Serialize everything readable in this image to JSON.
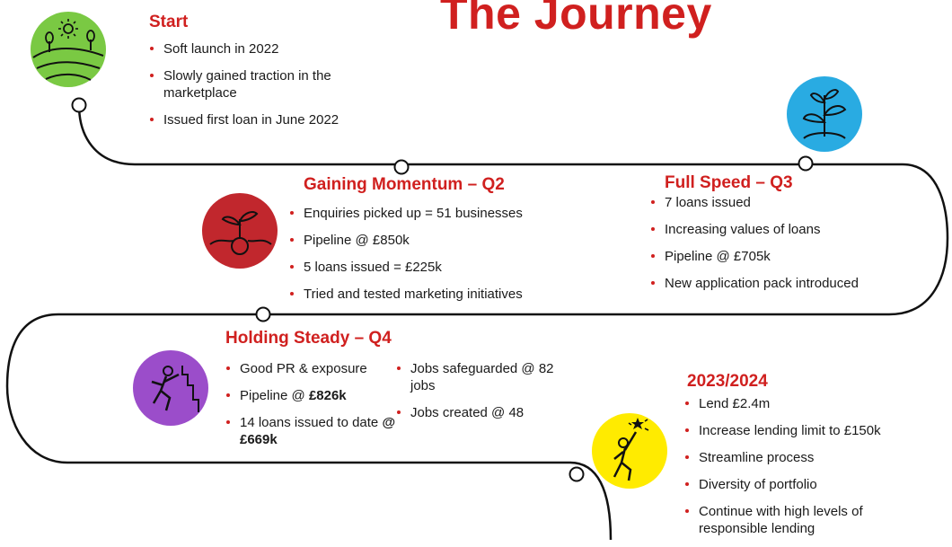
{
  "title": "The Journey",
  "colors": {
    "accent": "#d0201f",
    "start_icon_bg": "#7ac943",
    "growth_icon_bg": "#29abe2",
    "momentum_icon_bg": "#c1272d",
    "steady_icon_bg": "#9b4dca",
    "future_icon_bg": "#ffeb00"
  },
  "stages": {
    "start": {
      "heading": "Start",
      "icon": "farm-landscape-icon",
      "bullets": [
        "Soft launch in 2022",
        "Slowly gained traction in the marketplace",
        "Issued first loan in June 2022"
      ]
    },
    "momentum": {
      "heading": "Gaining Momentum – Q2",
      "icon": "seedling-sprout-icon",
      "bullets": [
        "Enquiries picked up = 51 businesses",
        "Pipeline @ £850k",
        "5 loans issued = £225k",
        "Tried and tested marketing initiatives"
      ]
    },
    "full_speed": {
      "heading": "Full Speed – Q3",
      "icon": "growing-plant-icon",
      "bullets": [
        "7 loans issued",
        "Increasing values of loans",
        "Pipeline @ £705k",
        "New application pack introduced"
      ]
    },
    "steady": {
      "heading": "Holding Steady – Q4",
      "icon": "climbing-person-icon",
      "bullets_left": [
        "Good PR & exposure",
        "Pipeline @ ",
        "14 loans issued to date "
      ],
      "bold_values": [
        "£826k",
        "@ £669k"
      ],
      "bullets_right": [
        "Jobs safeguarded @ 82 jobs",
        "Jobs created @ 48"
      ]
    },
    "future": {
      "heading": "2023/2024",
      "icon": "reaching-star-icon",
      "bullets": [
        "Lend £2.4m",
        "Increase lending limit to £150k",
        "Streamline process",
        "Diversity of portfolio",
        "Continue with high levels of responsible lending"
      ]
    }
  }
}
